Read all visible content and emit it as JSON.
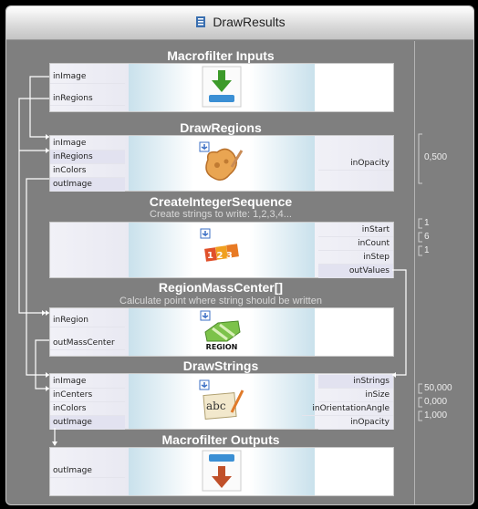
{
  "window": {
    "title": "DrawResults"
  },
  "blocks": {
    "inputs": {
      "title": "Macrofilter Inputs",
      "left_ports": [
        "inImage",
        "inRegions"
      ]
    },
    "drawregions": {
      "title": "DrawRegions",
      "left_ports": [
        "inImage",
        "inRegions",
        "inColors",
        "outImage"
      ],
      "right_ports": [
        "inOpacity"
      ]
    },
    "sequence": {
      "title": "CreateIntegerSequence",
      "subtitle": "Create strings to write: 1,2,3,4...",
      "right_ports": [
        "inStart",
        "inCount",
        "inStep",
        "outValues"
      ],
      "icon_text": "1 2 3"
    },
    "masscenter": {
      "title": "RegionMassCenter[]",
      "subtitle": "Calculate point where string should be written",
      "left_ports": [
        "inRegion",
        "outMassCenter"
      ],
      "icon_text": "REGION"
    },
    "drawstrings": {
      "title": "DrawStrings",
      "left_ports": [
        "inImage",
        "inCenters",
        "inColors",
        "outImage"
      ],
      "right_ports": [
        "inStrings",
        "inSize",
        "inOrientationAngle",
        "inOpacity"
      ],
      "icon_text": "abc"
    },
    "outputs": {
      "title": "Macrofilter Outputs",
      "left_ports": [
        "outImage"
      ]
    }
  },
  "params": {
    "drawregions_opacity": "0,500",
    "seq_start": "1",
    "seq_count": "6",
    "seq_step": "1",
    "ds_size": "50,000",
    "ds_orientation": "0,000",
    "ds_opacity": "1,000"
  },
  "colors": {
    "background": "#7f7f7f",
    "wire": "#ffffff",
    "port_highlight": "#e2e2f0"
  }
}
